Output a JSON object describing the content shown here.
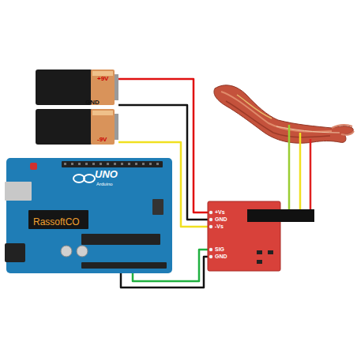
{
  "diagram": {
    "nodes": [
      {
        "text": [
          "+9V"
        ]
      },
      {
        "text": [
          "-9V"
        ]
      },
      {
        "text": [
          "UNO",
          "Arduino",
          "RassoftCO"
        ]
      },
      {
        "text": [
          "+Vs",
          "GND",
          "-Vs",
          "SIG",
          "GND"
        ]
      }
    ],
    "edges": [
      {
        "from": 0,
        "to": 3,
        "arrow": "none"
      },
      {
        "from": 0,
        "to": 3,
        "arrow": "none"
      },
      {
        "from": 1,
        "to": 3,
        "arrow": "none"
      },
      {
        "from": 2,
        "to": 3,
        "arrow": "none"
      },
      {
        "from": 2,
        "to": 3,
        "arrow": "none"
      }
    ],
    "labels": [
      "GND"
    ]
  }
}
